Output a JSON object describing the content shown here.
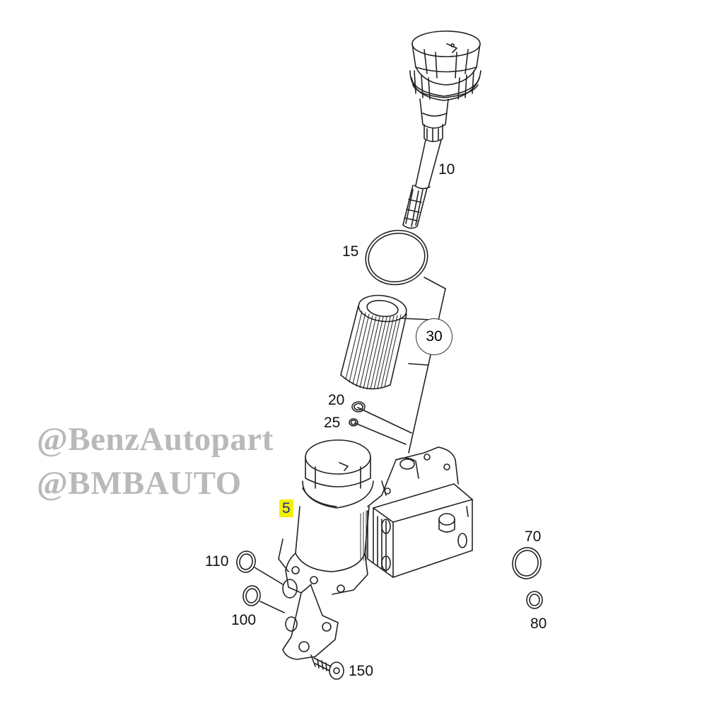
{
  "diagram": {
    "callouts": {
      "c5": "5",
      "c10": "10",
      "c15": "15",
      "c20": "20",
      "c25": "25",
      "c30": "30",
      "c70": "70",
      "c80": "80",
      "c100": "100",
      "c110": "110",
      "c150": "150"
    },
    "highlight_color": "#f4f000",
    "line_color": "#222222"
  },
  "watermark": {
    "line1": "@BenzAutopart",
    "line2": "@BMBAUTO"
  }
}
